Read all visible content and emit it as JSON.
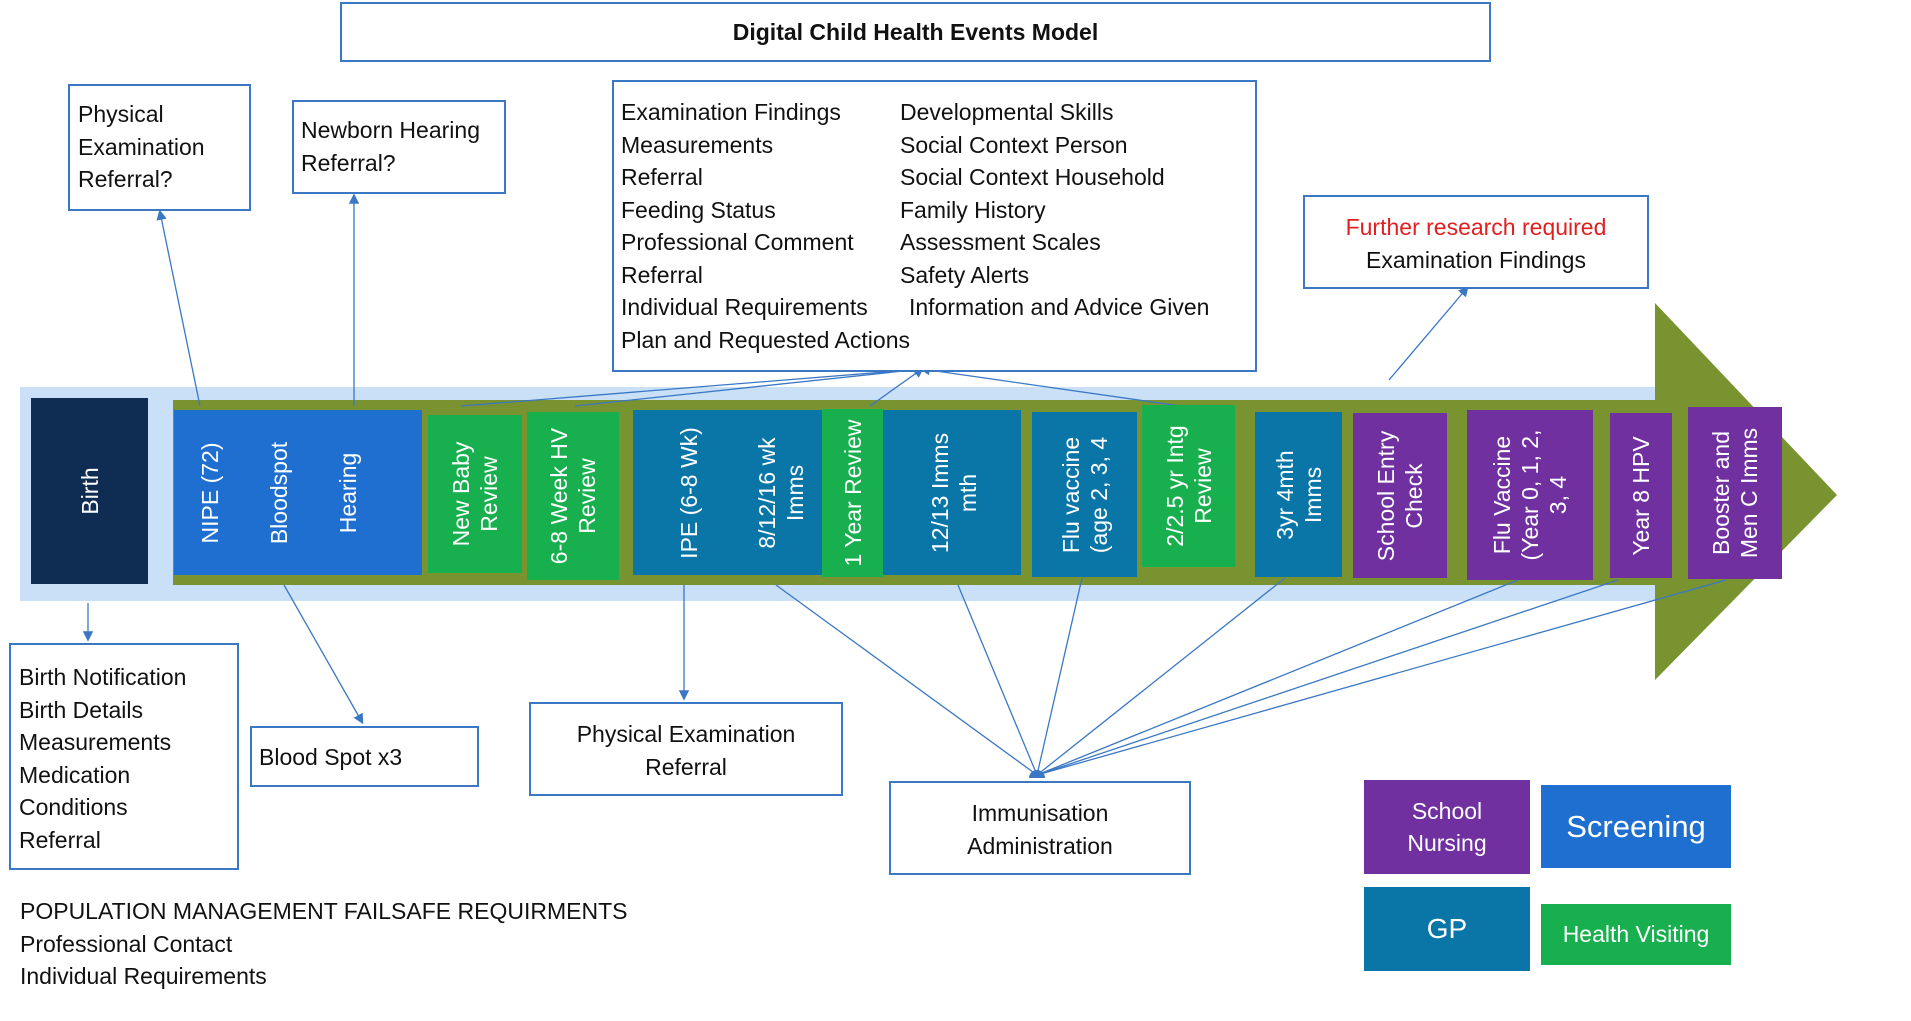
{
  "title": "Digital Child Health Events Model",
  "colors": {
    "school_nursing": "#7030a0",
    "screening": "#1f6fd0",
    "gp": "#0a76a8",
    "health_visiting": "#18b04f",
    "birth": "#0f2d52",
    "timeline_arrow": "#7a9331",
    "timeline_band": "#c9e0f7",
    "box_border": "#3b78c4",
    "highlight_red": "#e02020"
  },
  "birth_label": "Birth",
  "timeline": {
    "screening_group": [
      "NIPE (72)",
      "Bloodspot",
      "Hearing"
    ],
    "new_baby_review": "New Baby Review",
    "six_eight_week_hv": "6-8 Week HV Review",
    "ipe_group": [
      "IPE (6-8 Wk)",
      "8/12/16 wk Imms"
    ],
    "one_year_review": "1 Year Review",
    "imms_12_13": "12/13 Imms mth",
    "flu_vaccine_age": "Flu vaccine (age 2, 3, 4",
    "two_yr_review": "2/2.5 yr Intg Review",
    "three_yr_imms": "3yr 4mth Imms",
    "school_entry_check": "School Entry Check",
    "flu_vaccine_year": "Flu Vaccine (Year 0, 1, 2, 3, 4",
    "year8_hpv": "Year 8 HPV",
    "booster": "Booster and Men C Imms"
  },
  "physical_exam_referral_q": [
    "Physical",
    "Examination",
    "Referral?"
  ],
  "newborn_hearing_referral": [
    "Newborn Hearing",
    "Referral?"
  ],
  "review_items_left": [
    "Examination Findings",
    "Measurements",
    "Referral",
    "Feeding Status",
    "Professional Comment",
    "Referral",
    "Individual Requirements",
    "Plan and Requested Actions"
  ],
  "review_items_right": [
    "Developmental Skills",
    "Social Context Person",
    "Social Context Household",
    "Family History",
    "Assessment Scales",
    "Safety Alerts",
    "Information and Advice Given"
  ],
  "further_research": {
    "heading": "Further research required",
    "item": "Examination Findings"
  },
  "birth_items": [
    "Birth Notification",
    "Birth Details",
    "Measurements",
    "Medication",
    "Conditions",
    "Referral"
  ],
  "blood_spot": "Blood Spot x3",
  "physical_exam_referral": [
    "Physical Examination",
    "Referral"
  ],
  "immunisation": [
    "Immunisation",
    "Administration"
  ],
  "legend": {
    "school_nursing": [
      "School",
      "Nursing"
    ],
    "screening": "Screening",
    "gp": "GP",
    "health_visiting": "Health Visiting"
  },
  "population": [
    "POPULATION MANAGEMENT FAILSAFE REQUIRMENTS",
    "Professional Contact",
    "Individual Requirements"
  ]
}
